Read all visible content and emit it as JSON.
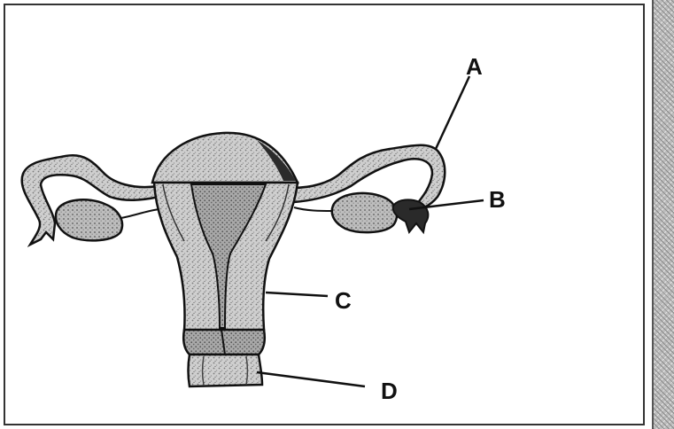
{
  "labels": {
    "a": "A",
    "b": "B",
    "c": "C",
    "d": "D"
  },
  "colors": {
    "ink": "#111111",
    "tissue": "#c9c9c9",
    "tissue_dark": "#8e8e8e",
    "frame": "#333333"
  }
}
